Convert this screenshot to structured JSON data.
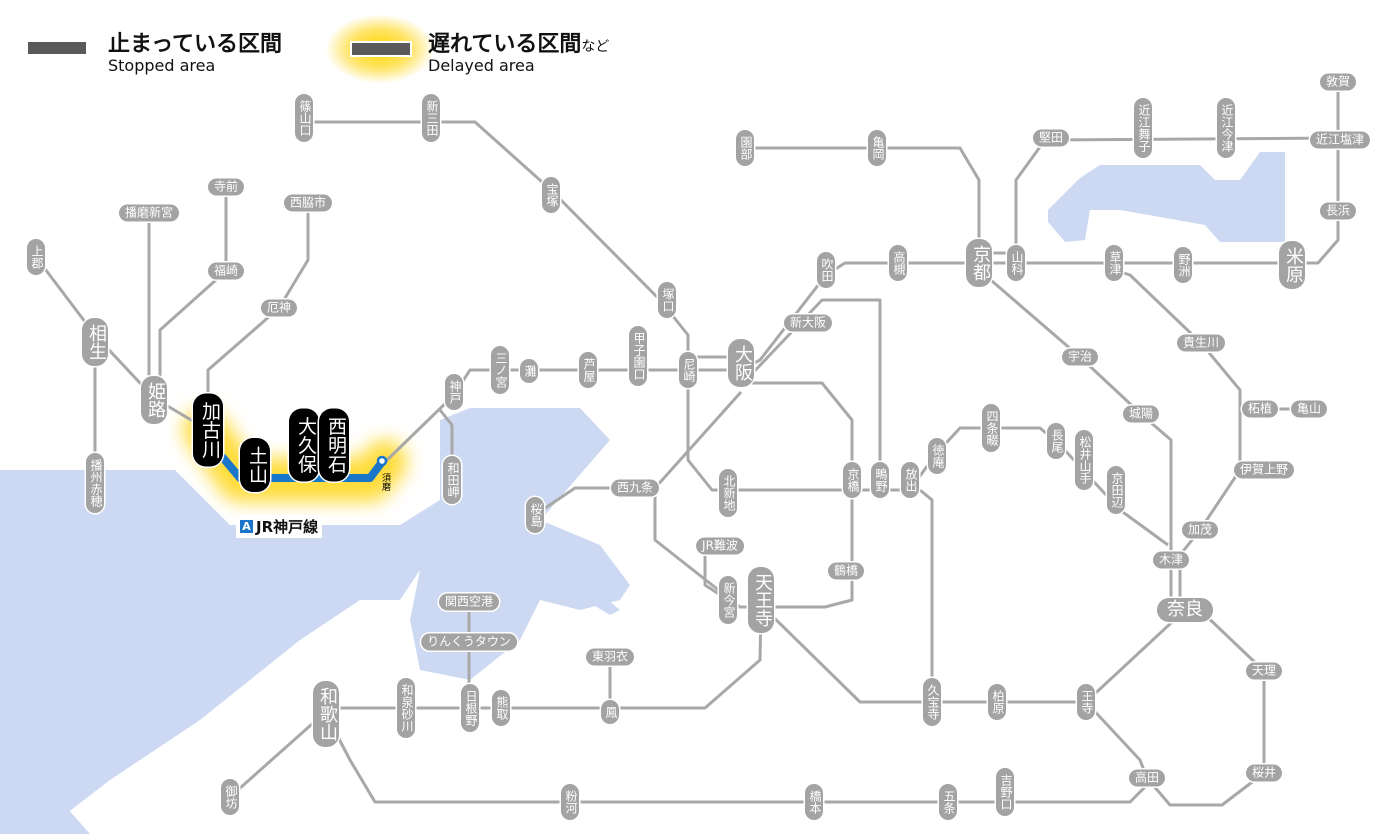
{
  "legend": {
    "stopped": {
      "jp": "止まっている区間",
      "en": "Stopped area",
      "color": "#5a5a5a"
    },
    "delayed": {
      "jp": "遅れている区間",
      "jp_suffix": "など",
      "en": "Delayed area",
      "glow_color": "#ffd400"
    }
  },
  "line_label": {
    "badge": "A",
    "name": "JR神戸線",
    "color": "#1976c8"
  },
  "colors": {
    "line": "#a8a8a8",
    "water": "#cdd9f3",
    "affected_line": "#1976c8"
  },
  "stations": [
    {
      "name": "篠山口"
    },
    {
      "name": "新三田"
    },
    {
      "name": "宝塚"
    },
    {
      "name": "播磨新宮"
    },
    {
      "name": "寺前"
    },
    {
      "name": "西脇市"
    },
    {
      "name": "上郡"
    },
    {
      "name": "福崎"
    },
    {
      "name": "厄神"
    },
    {
      "name": "相生"
    },
    {
      "name": "姫路"
    },
    {
      "name": "加古川",
      "status": "stopped"
    },
    {
      "name": "土山",
      "status": "stopped"
    },
    {
      "name": "大久保",
      "status": "stopped"
    },
    {
      "name": "西明石",
      "status": "stopped"
    },
    {
      "name": "須磨"
    },
    {
      "name": "神戸"
    },
    {
      "name": "和田岬"
    },
    {
      "name": "三ノ宮"
    },
    {
      "name": "灘"
    },
    {
      "name": "芦屋"
    },
    {
      "name": "甲子園口"
    },
    {
      "name": "尼崎"
    },
    {
      "name": "塚口"
    },
    {
      "name": "大阪"
    },
    {
      "name": "播州赤穂"
    },
    {
      "name": "園部"
    },
    {
      "name": "亀岡"
    },
    {
      "name": "京都"
    },
    {
      "name": "山科"
    },
    {
      "name": "堅田"
    },
    {
      "name": "近江舞子"
    },
    {
      "name": "近江今津"
    },
    {
      "name": "近江塩津"
    },
    {
      "name": "敦賀"
    },
    {
      "name": "長浜"
    },
    {
      "name": "米原"
    },
    {
      "name": "野洲"
    },
    {
      "name": "草津"
    },
    {
      "name": "吹田"
    },
    {
      "name": "高槻"
    },
    {
      "name": "新大阪"
    },
    {
      "name": "宇治"
    },
    {
      "name": "貴生川"
    },
    {
      "name": "城陽"
    },
    {
      "name": "柘植"
    },
    {
      "name": "亀山"
    },
    {
      "name": "四条畷"
    },
    {
      "name": "長尾"
    },
    {
      "name": "松井山手"
    },
    {
      "name": "京田辺"
    },
    {
      "name": "徳庵"
    },
    {
      "name": "京橋"
    },
    {
      "name": "鴫野"
    },
    {
      "name": "放出"
    },
    {
      "name": "北新地"
    },
    {
      "name": "西九条"
    },
    {
      "name": "桜島"
    },
    {
      "name": "伊賀上野"
    },
    {
      "name": "加茂"
    },
    {
      "name": "木津"
    },
    {
      "name": "奈良"
    },
    {
      "name": "JR難波"
    },
    {
      "name": "新今宮"
    },
    {
      "name": "天王寺"
    },
    {
      "name": "鶴橋"
    },
    {
      "name": "関西空港"
    },
    {
      "name": "りんくうタウン"
    },
    {
      "name": "東羽衣"
    },
    {
      "name": "鳳"
    },
    {
      "name": "和泉砂川"
    },
    {
      "name": "日根野"
    },
    {
      "name": "熊取"
    },
    {
      "name": "和歌山"
    },
    {
      "name": "御坊"
    },
    {
      "name": "粉河"
    },
    {
      "name": "橋本"
    },
    {
      "name": "五条"
    },
    {
      "name": "吉野口"
    },
    {
      "name": "久宝寺"
    },
    {
      "name": "柏原"
    },
    {
      "name": "王寺"
    },
    {
      "name": "天理"
    },
    {
      "name": "高田"
    },
    {
      "name": "桜井"
    }
  ]
}
